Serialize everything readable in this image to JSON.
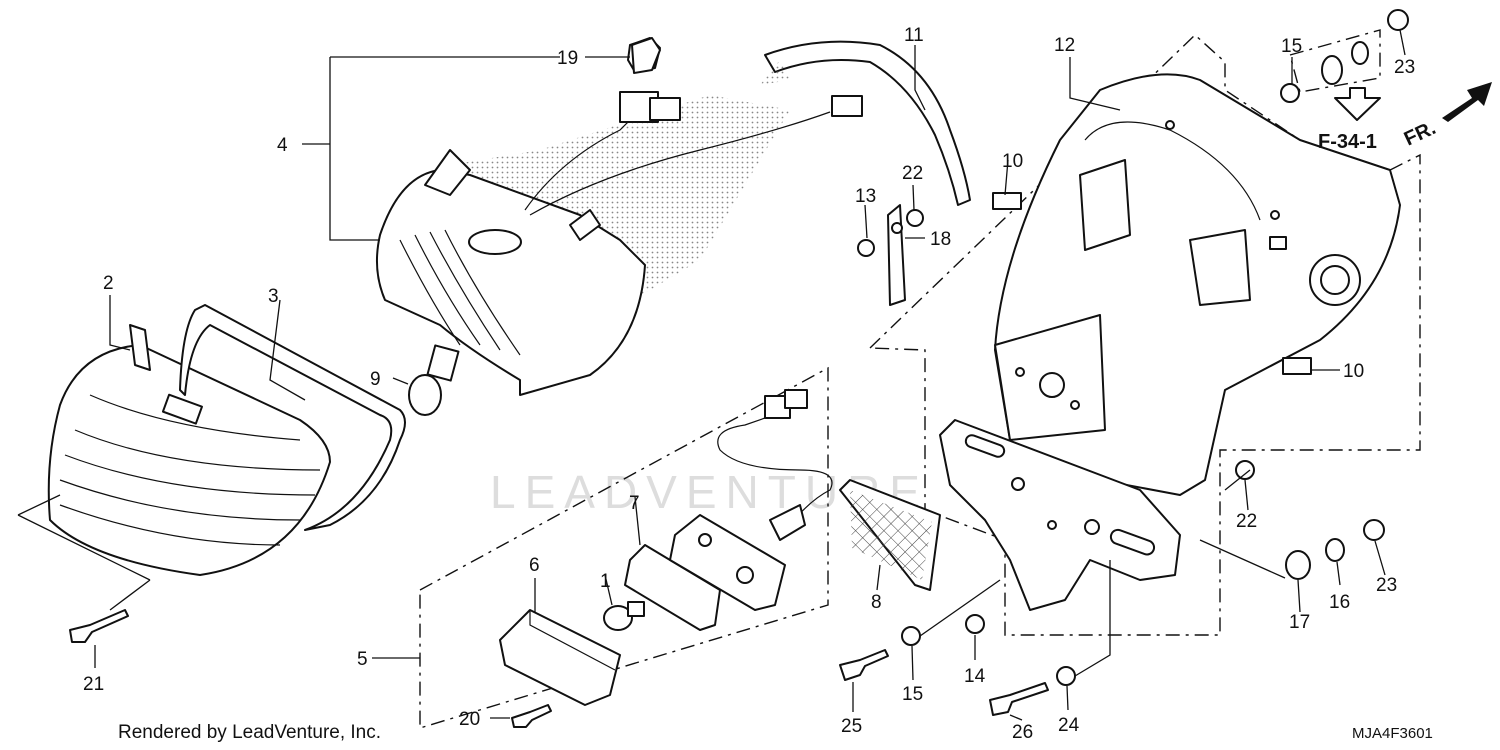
{
  "watermark": "LEADVENTURE",
  "credit": "Rendered by LeadVenture, Inc.",
  "diagram_code": "MJA4F3601",
  "reference": "F-34-1",
  "front_label": "FR.",
  "callouts": {
    "c1": "1",
    "c2": "2",
    "c3": "3",
    "c4": "4",
    "c5": "5",
    "c6": "6",
    "c7": "7",
    "c8": "8",
    "c9": "9",
    "c10a": "10",
    "c10b": "10",
    "c11": "11",
    "c12": "12",
    "c13": "13",
    "c14": "14",
    "c15a": "15",
    "c15b": "15",
    "c16": "16",
    "c17": "17",
    "c18": "18",
    "c19": "19",
    "c20": "20",
    "c21": "21",
    "c22a": "22",
    "c22b": "22",
    "c23a": "23",
    "c23b": "23",
    "c24": "24",
    "c25": "25",
    "c26": "26"
  }
}
